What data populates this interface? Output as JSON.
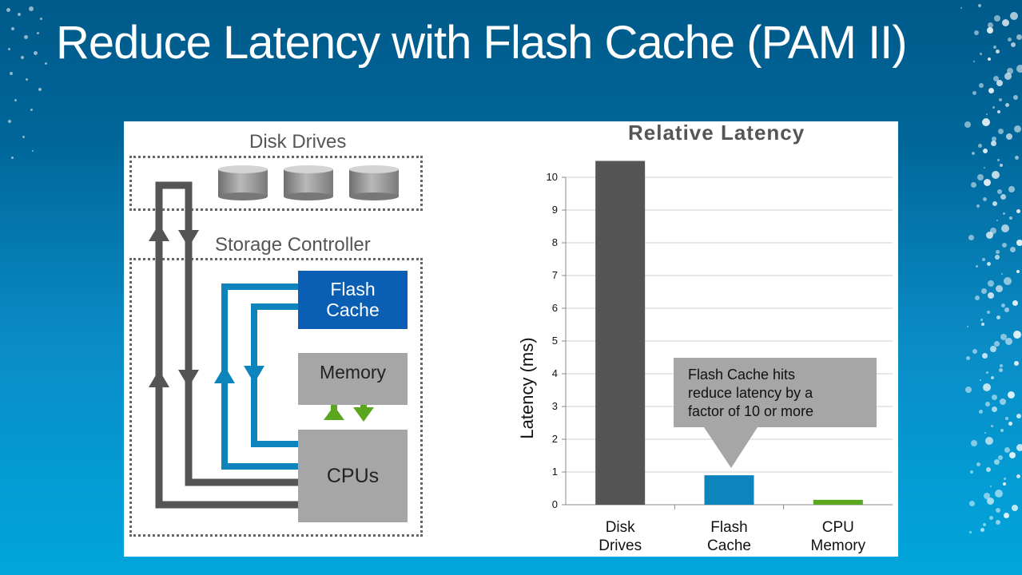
{
  "slide": {
    "title": "Reduce Latency with Flash Cache (PAM II)"
  },
  "diagram": {
    "disk_drives_label": "Disk Drives",
    "storage_controller_label": "Storage Controller",
    "flash_cache_line1": "Flash",
    "flash_cache_line2": "Cache",
    "memory_label": "Memory",
    "cpus_label": "CPUs"
  },
  "colors": {
    "disk": "#555555",
    "flash": "#0e84bd",
    "memory_path": "#5aa61e",
    "flash_box": "#0a5fb4"
  },
  "chart_data": {
    "type": "bar",
    "title": "Relative Latency",
    "xlabel": "",
    "ylabel": "Latency (ms)",
    "categories": [
      {
        "line1": "Disk",
        "line2": "Drives"
      },
      {
        "line1": "Flash",
        "line2": "Cache"
      },
      {
        "line1": "CPU",
        "line2": "Memory"
      }
    ],
    "values": [
      10.5,
      0.9,
      0.15
    ],
    "bar_colors": [
      "#555555",
      "#0e84bd",
      "#5aa61e"
    ],
    "ylim": [
      0,
      10
    ],
    "yticks": [
      0,
      1,
      2,
      3,
      4,
      5,
      6,
      7,
      8,
      9,
      10
    ],
    "grid": true,
    "callout": {
      "lines": [
        "Flash Cache hits",
        "reduce latency by a",
        "factor of 10 or more"
      ]
    }
  }
}
